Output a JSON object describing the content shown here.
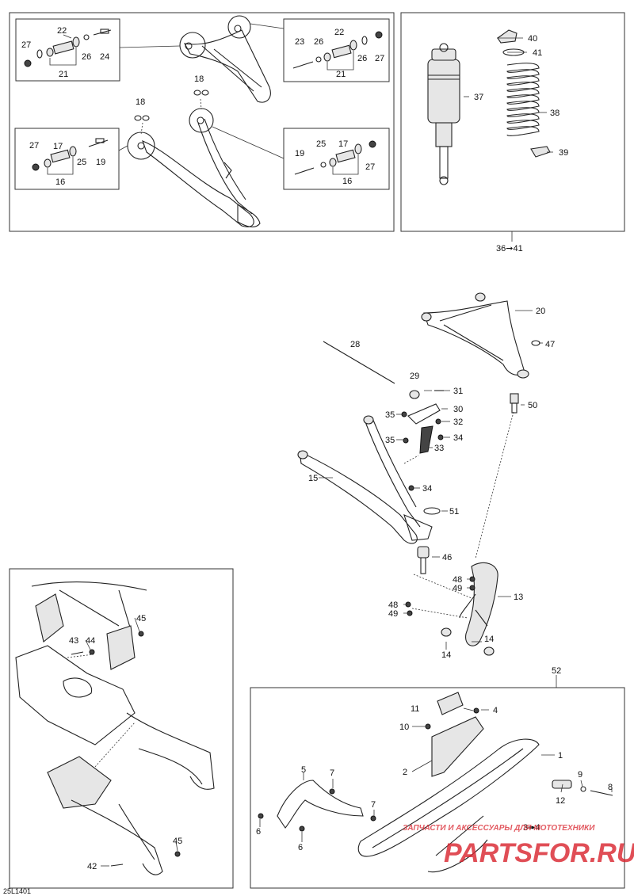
{
  "labels": {
    "n1": "1",
    "n2": "2",
    "n3to4": "3➠4",
    "n4": "4",
    "n5": "5",
    "n6a": "6",
    "n6b": "6",
    "n7a": "7",
    "n7b": "7",
    "n8": "8",
    "n9": "9",
    "n10": "10",
    "n11": "11",
    "n12": "12",
    "n13": "13",
    "n14a": "14",
    "n14b": "14",
    "n15": "15",
    "n16a": "16",
    "n16b": "16",
    "n17a": "17",
    "n17b": "17",
    "n18a": "18",
    "n18b": "18",
    "n19a": "19",
    "n19b": "19",
    "n20": "20",
    "n21a": "21",
    "n21b": "21",
    "n22a": "22",
    "n22b": "22",
    "n23": "23",
    "n24": "24",
    "n25a": "25",
    "n25b": "25",
    "n26a": "26",
    "n26b": "26",
    "n27a": "27",
    "n27b": "27",
    "n27c": "27",
    "n27d": "27",
    "n28": "28",
    "n29": "29",
    "n30": "30",
    "n31": "31",
    "n32": "32",
    "n33": "33",
    "n34a": "34",
    "n34b": "34",
    "n35a": "35",
    "n35b": "35",
    "n36to41": "36➞41",
    "n37": "37",
    "n38": "38",
    "n39": "39",
    "n40": "40",
    "n41": "41",
    "n42": "42",
    "n43": "43",
    "n44": "44",
    "n45a": "45",
    "n45b": "45",
    "n46": "46",
    "n47": "47",
    "n48a": "48",
    "n48b": "48",
    "n49a": "49",
    "n49b": "49",
    "n50": "50",
    "n51": "51",
    "n52": "52"
  },
  "figure_code": "25L1401",
  "watermark": {
    "main": "PARTSFOR.RU",
    "sub": "ЗАПЧАСТИ И АКСЕССУАРЫ ДЛЯ МОТОТЕХНИКИ",
    "color": "#d9232d"
  }
}
